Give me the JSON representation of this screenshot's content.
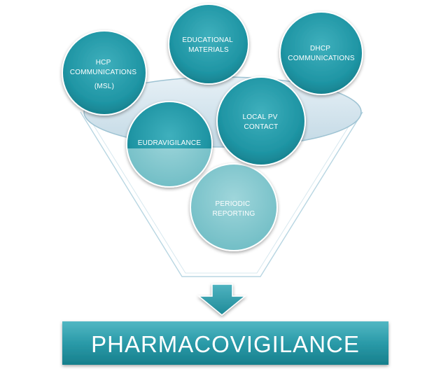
{
  "circles": {
    "hcp": {
      "lines": [
        "HCP",
        "COMMUNICATIONS",
        "(MSL)"
      ]
    },
    "educational": {
      "lines": [
        "EDUCATIONAL",
        "MATERIALS"
      ]
    },
    "dhcp": {
      "lines": [
        "DHCP",
        "COMMUNICATIONS"
      ]
    },
    "eudravigilance": {
      "lines": [
        "EUDRAVIGILANCE"
      ]
    },
    "local_pv": {
      "lines": [
        "LOCAL PV",
        "CONTACT"
      ]
    },
    "periodic": {
      "lines": [
        "PERIODIC",
        "REPORTING"
      ]
    }
  },
  "banner": {
    "label": "PHARMACOVIGILANCE"
  },
  "colors": {
    "teal_dark": "#1f8f9e",
    "teal_light": "#7fc6cd",
    "banner": "#2a9aa8",
    "funnel_top": "#cde2ec"
  }
}
